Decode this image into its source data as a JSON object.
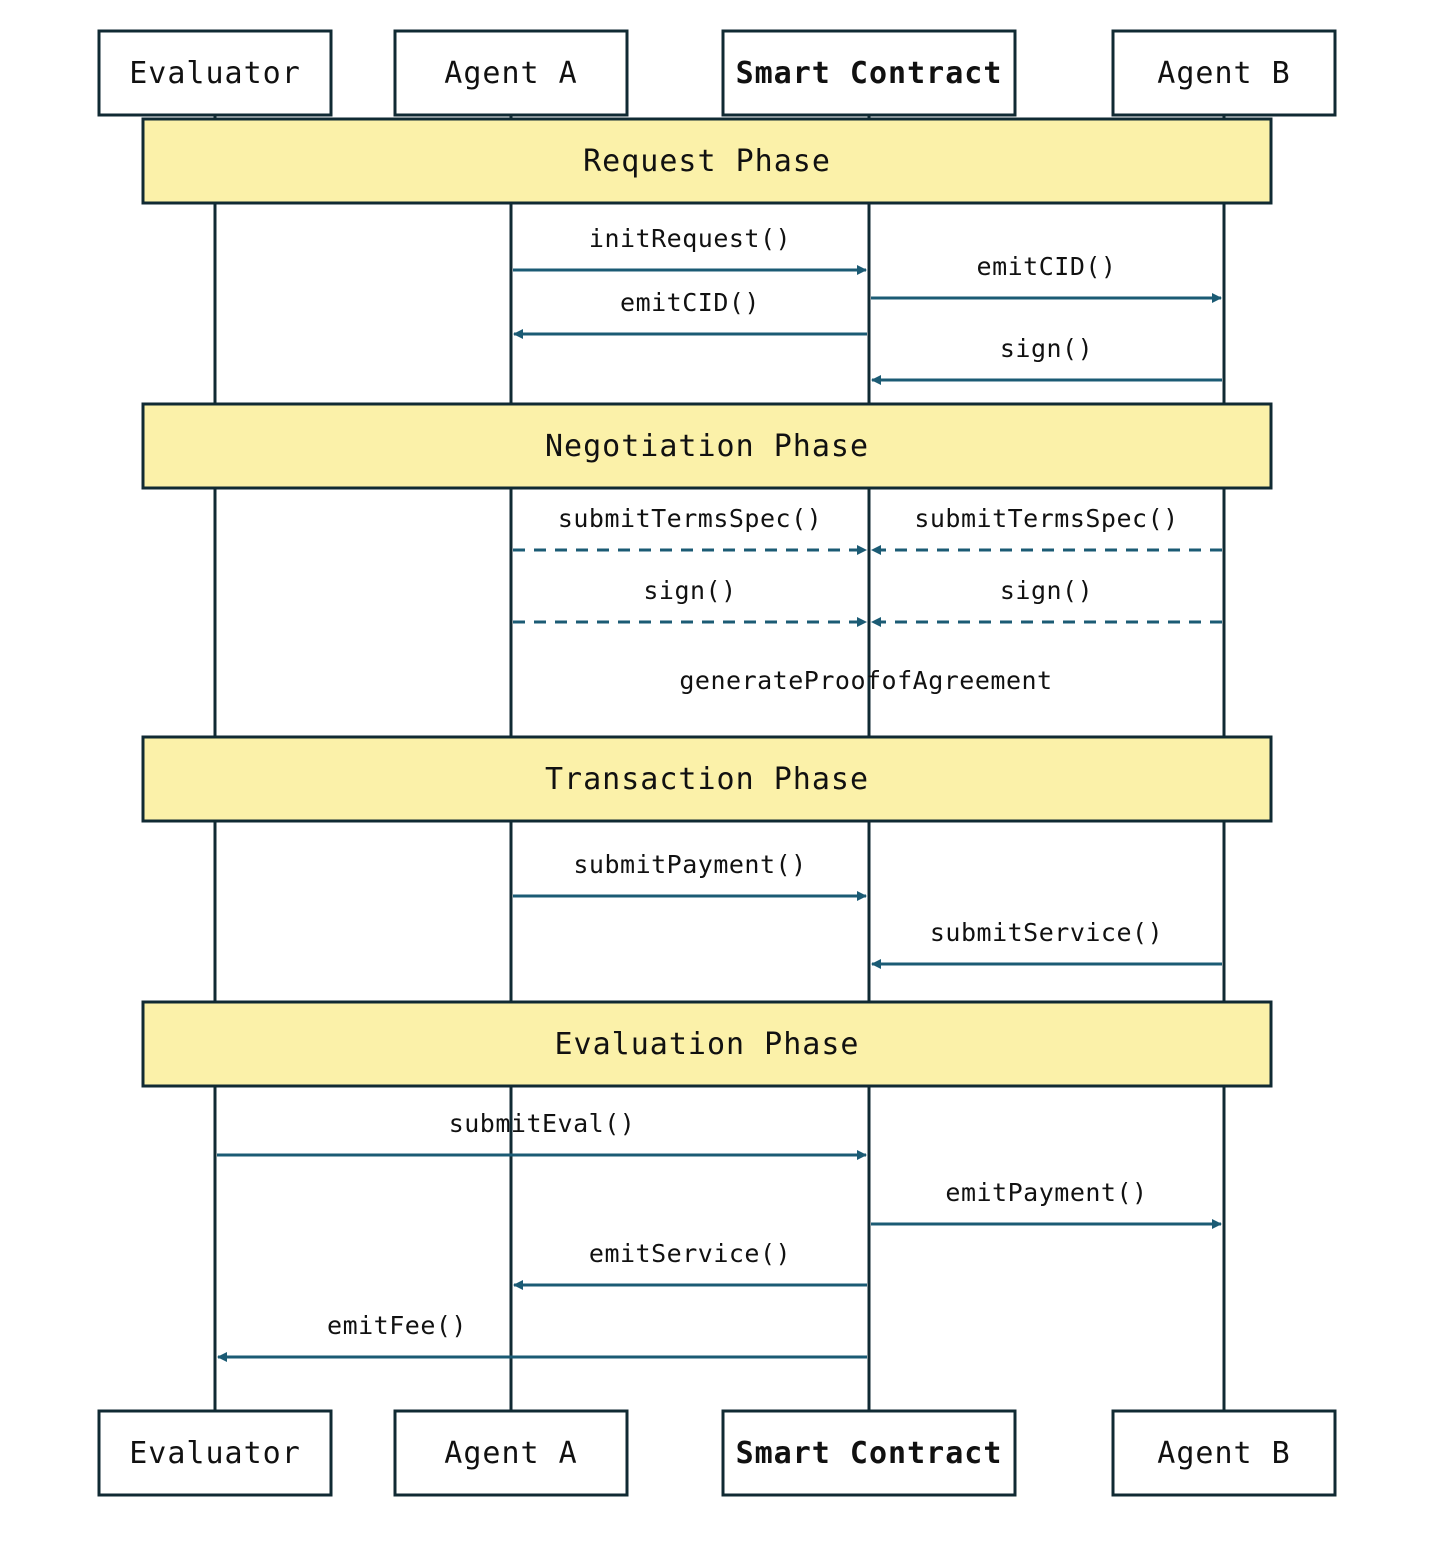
{
  "colors": {
    "arrow": "#1b5b74",
    "phase_fill": "#fbf1a9",
    "outline": "#102a33"
  },
  "actors": [
    {
      "id": "evaluator",
      "label": "Evaluator",
      "bold": false
    },
    {
      "id": "agentA",
      "label": "Agent A",
      "bold": false
    },
    {
      "id": "contract",
      "label": "Smart Contract",
      "bold": true
    },
    {
      "id": "agentB",
      "label": "Agent B",
      "bold": false
    }
  ],
  "phases": [
    {
      "label": "Request Phase"
    },
    {
      "label": "Negotiation Phase"
    },
    {
      "label": "Transaction Phase"
    },
    {
      "label": "Evaluation Phase"
    }
  ],
  "messages": [
    {
      "phase": 0,
      "from": "agentA",
      "to": "contract",
      "label": "initRequest()",
      "style": "solid"
    },
    {
      "phase": 0,
      "from": "contract",
      "to": "agentB",
      "label": "emitCID()",
      "style": "solid"
    },
    {
      "phase": 0,
      "from": "contract",
      "to": "agentA",
      "label": "emitCID()",
      "style": "solid"
    },
    {
      "phase": 0,
      "from": "agentB",
      "to": "contract",
      "label": "sign()",
      "style": "solid"
    },
    {
      "phase": 1,
      "from": "agentA",
      "to": "contract",
      "label": "submitTermsSpec()",
      "style": "dashed"
    },
    {
      "phase": 1,
      "from": "agentB",
      "to": "contract",
      "label": "submitTermsSpec()",
      "style": "dashed"
    },
    {
      "phase": 1,
      "from": "agentA",
      "to": "contract",
      "label": "sign()",
      "style": "dashed"
    },
    {
      "phase": 1,
      "from": "agentB",
      "to": "contract",
      "label": "sign()",
      "style": "dashed"
    },
    {
      "phase": 2,
      "from": "agentA",
      "to": "contract",
      "label": "submitPayment()",
      "style": "solid"
    },
    {
      "phase": 2,
      "from": "agentB",
      "to": "contract",
      "label": "submitService()",
      "style": "solid"
    },
    {
      "phase": 3,
      "from": "evaluator",
      "to": "contract",
      "label": "submitEval()",
      "style": "solid"
    },
    {
      "phase": 3,
      "from": "contract",
      "to": "agentB",
      "label": "emitPayment()",
      "style": "solid"
    },
    {
      "phase": 3,
      "from": "contract",
      "to": "agentA",
      "label": "emitService()",
      "style": "solid"
    },
    {
      "phase": 3,
      "from": "contract",
      "to": "evaluator",
      "label": "emitFee()",
      "style": "solid"
    }
  ],
  "notes": [
    {
      "phase": 1,
      "label": "generateProofofAgreement"
    }
  ]
}
